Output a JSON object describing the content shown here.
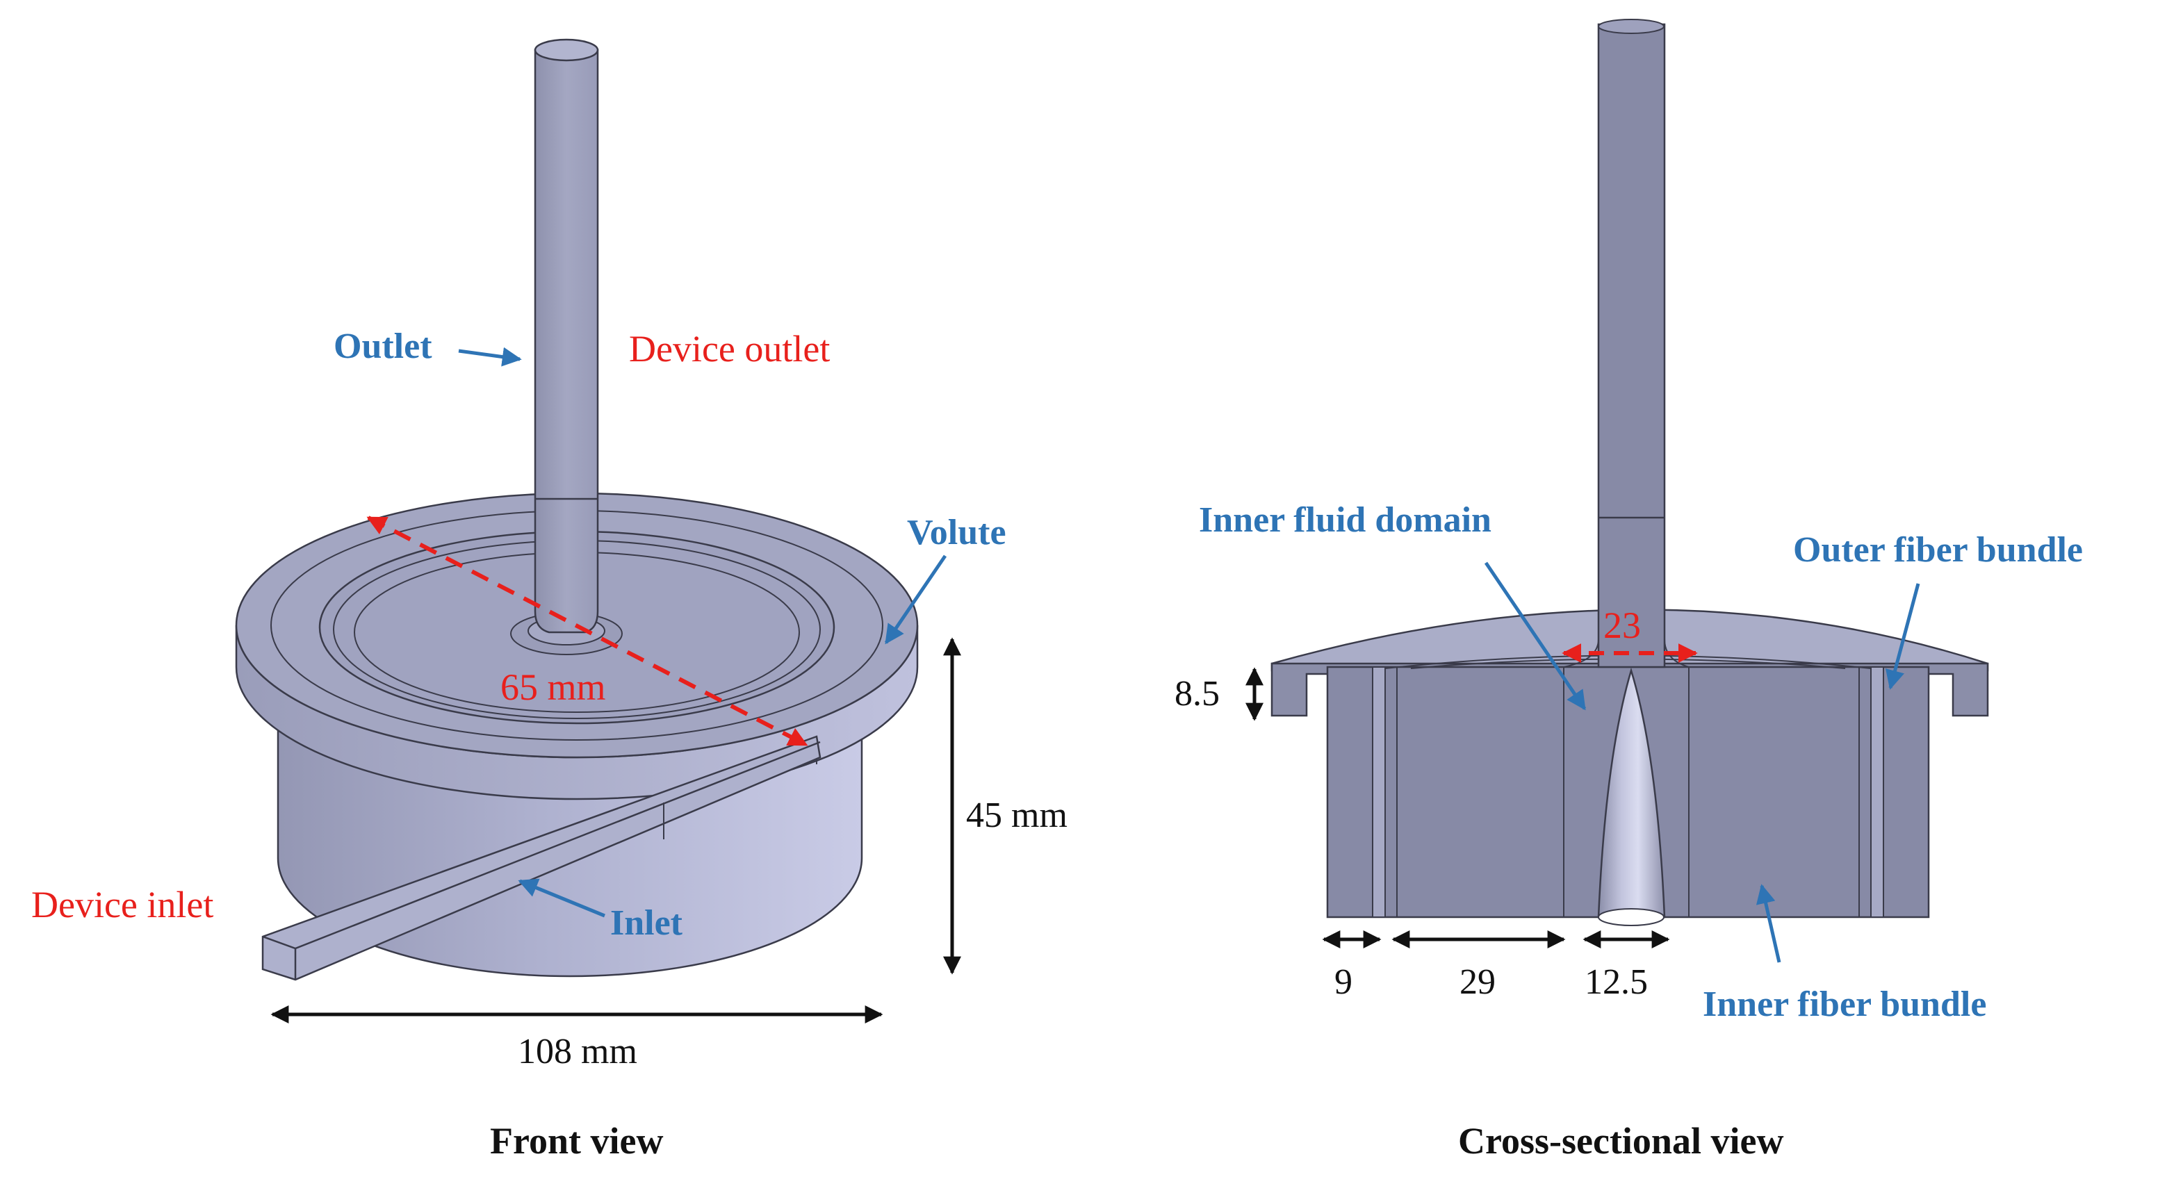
{
  "front_view": {
    "caption": "Front view",
    "labels": {
      "outlet": "Outlet",
      "device_outlet": "Device outlet",
      "volute": "Volute",
      "device_inlet": "Device inlet",
      "inlet": "Inlet"
    },
    "dimensions": {
      "diameter": "65 mm",
      "height": "45 mm",
      "width": "108 mm"
    }
  },
  "cross_section_view": {
    "caption": "Cross-sectional view",
    "labels": {
      "inner_fluid_domain": "Inner fluid domain",
      "outer_fiber_bundle": "Outer fiber bundle",
      "inner_fiber_bundle": "Inner fiber bundle"
    },
    "dimensions": {
      "top_gap": "23",
      "flange_height": "8.5",
      "outer_gap": "9",
      "inner_bundle": "29",
      "core": "12.5"
    }
  },
  "colors": {
    "body": "#9ea2bd",
    "label_blue": "#2e74b5",
    "label_red": "#e8201c"
  }
}
